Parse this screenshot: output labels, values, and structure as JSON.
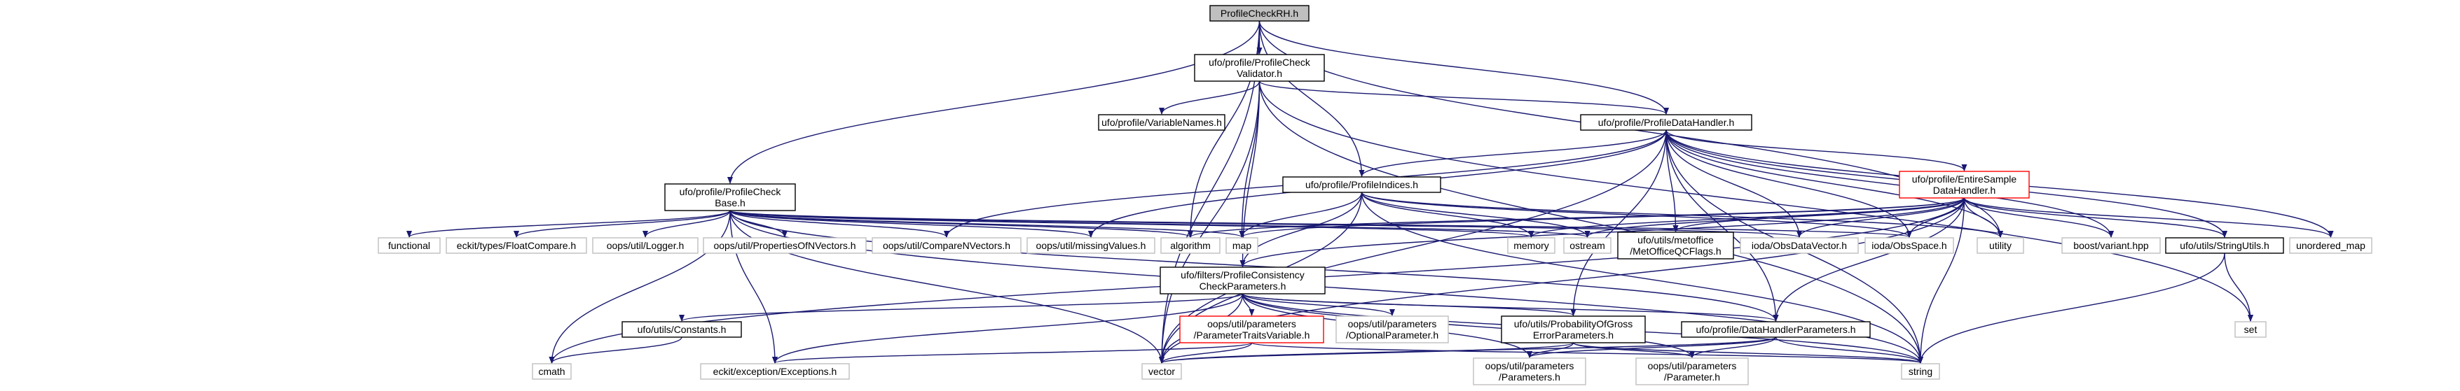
{
  "colors": {
    "edge": "#191970",
    "node_text": "#000000",
    "local_border": "#000000",
    "system_border": "#bfbfbf",
    "system_text": "#000000",
    "red_border": "#ff0000",
    "root_fill": "#bfbfbf"
  },
  "nodes": [
    {
      "id": "root",
      "lines": [
        "ProfileCheckRH.h"
      ],
      "style": "root"
    },
    {
      "id": "validator",
      "lines": [
        "ufo/profile/ProfileCheck",
        "Validator.h"
      ],
      "style": "local"
    },
    {
      "id": "varnames",
      "lines": [
        "ufo/profile/VariableNames.h"
      ],
      "style": "local"
    },
    {
      "id": "datahandler",
      "lines": [
        "ufo/profile/ProfileDataHandler.h"
      ],
      "style": "local"
    },
    {
      "id": "checkbase",
      "lines": [
        "ufo/profile/ProfileCheck",
        "Base.h"
      ],
      "style": "local"
    },
    {
      "id": "indices",
      "lines": [
        "ufo/profile/ProfileIndices.h"
      ],
      "style": "local"
    },
    {
      "id": "entiresample",
      "lines": [
        "ufo/profile/EntireSample",
        "DataHandler.h"
      ],
      "style": "red"
    },
    {
      "id": "consistency",
      "lines": [
        "ufo/filters/ProfileConsistency",
        "CheckParameters.h"
      ],
      "style": "local"
    },
    {
      "id": "functional",
      "lines": [
        "functional"
      ],
      "style": "system"
    },
    {
      "id": "floatcompare",
      "lines": [
        "eckit/types/FloatCompare.h"
      ],
      "style": "system"
    },
    {
      "id": "logger",
      "lines": [
        "oops/util/Logger.h"
      ],
      "style": "system"
    },
    {
      "id": "propsofnvec",
      "lines": [
        "oops/util/PropertiesOfNVectors.h"
      ],
      "style": "system"
    },
    {
      "id": "comparenvec",
      "lines": [
        "oops/util/CompareNVectors.h"
      ],
      "style": "system"
    },
    {
      "id": "missingvalues",
      "lines": [
        "oops/util/missingValues.h"
      ],
      "style": "system"
    },
    {
      "id": "algorithm",
      "lines": [
        "algorithm"
      ],
      "style": "system"
    },
    {
      "id": "map",
      "lines": [
        "map"
      ],
      "style": "system"
    },
    {
      "id": "memory",
      "lines": [
        "memory"
      ],
      "style": "system"
    },
    {
      "id": "ostream",
      "lines": [
        "ostream"
      ],
      "style": "system"
    },
    {
      "id": "metoffice",
      "lines": [
        "ufo/utils/metoffice",
        "/MetOfficeQCFlags.h"
      ],
      "style": "local"
    },
    {
      "id": "obsdatavector",
      "lines": [
        "ioda/ObsDataVector.h"
      ],
      "style": "system"
    },
    {
      "id": "obsspace",
      "lines": [
        "ioda/ObsSpace.h"
      ],
      "style": "system"
    },
    {
      "id": "utility",
      "lines": [
        "utility"
      ],
      "style": "system"
    },
    {
      "id": "boostvariant",
      "lines": [
        "boost/variant.hpp"
      ],
      "style": "system"
    },
    {
      "id": "stringutils",
      "lines": [
        "ufo/utils/StringUtils.h"
      ],
      "style": "local"
    },
    {
      "id": "unorderedmap",
      "lines": [
        "unordered_map"
      ],
      "style": "system"
    },
    {
      "id": "set",
      "lines": [
        "set"
      ],
      "style": "system"
    },
    {
      "id": "constants",
      "lines": [
        "ufo/utils/Constants.h"
      ],
      "style": "local"
    },
    {
      "id": "paramtraits",
      "lines": [
        "oops/util/parameters",
        "/ParameterTraitsVariable.h"
      ],
      "style": "red"
    },
    {
      "id": "optparam",
      "lines": [
        "oops/util/parameters",
        "/OptionalParameter.h"
      ],
      "style": "system"
    },
    {
      "id": "probgross",
      "lines": [
        "ufo/utils/ProbabilityOfGross",
        "ErrorParameters.h"
      ],
      "style": "local"
    },
    {
      "id": "dhparams",
      "lines": [
        "ufo/profile/DataHandlerParameters.h"
      ],
      "style": "local"
    },
    {
      "id": "cmath",
      "lines": [
        "cmath"
      ],
      "style": "system"
    },
    {
      "id": "exceptions",
      "lines": [
        "eckit/exception/Exceptions.h"
      ],
      "style": "system"
    },
    {
      "id": "vector",
      "lines": [
        "vector"
      ],
      "style": "system"
    },
    {
      "id": "parameters",
      "lines": [
        "oops/util/parameters",
        "/Parameters.h"
      ],
      "style": "system"
    },
    {
      "id": "parameter",
      "lines": [
        "oops/util/parameters",
        "/Parameter.h"
      ],
      "style": "system"
    },
    {
      "id": "string",
      "lines": [
        "string"
      ],
      "style": "system"
    }
  ]
}
